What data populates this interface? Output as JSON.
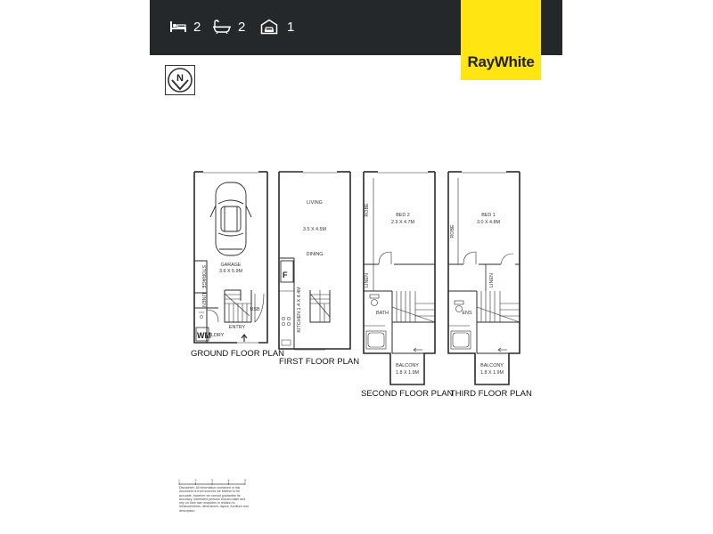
{
  "header": {
    "stats": [
      {
        "icon": "bed-icon",
        "value": "2"
      },
      {
        "icon": "bath-icon",
        "value": "2"
      },
      {
        "icon": "garage-icon",
        "value": "1"
      }
    ],
    "brand": "RayWhite",
    "brand_color": "#ffe512",
    "bar_color": "#25282b"
  },
  "compass": {
    "label": "N"
  },
  "plans": {
    "ground": {
      "title": "GROUND FLOOR PLAN",
      "rooms": {
        "garage": "GARAGE",
        "garage_size": "3.6 X 5.9M",
        "storage": "STORAGE",
        "linen": "LINEN",
        "usb": "USB",
        "entry": "ENTRY",
        "wm": "WM",
        "laundry": "LDRY"
      }
    },
    "first": {
      "title": "FIRST FLOOR PLAN",
      "rooms": {
        "living": "LIVING",
        "living_size": "3.5 X 4.5M",
        "dining": "DINING",
        "fridge": "F",
        "kitchen": "KITCHEN 1.4 X 4.4M"
      }
    },
    "second": {
      "title": "SECOND FLOOR PLAN",
      "rooms": {
        "bed": "BED 2",
        "bed_size": "2.9 X 4.7M",
        "robe": "ROBE",
        "linen": "LINEN",
        "bath": "BATH",
        "balcony": "BALCONY",
        "balcony_size": "1.8 X 1.9M"
      }
    },
    "third": {
      "title": "THIRD FLOOR PLAN",
      "rooms": {
        "bed": "BED 1",
        "bed_size": "3.0 X 4.8M",
        "robe": "ROBE",
        "linen": "LINEN",
        "ens": "ENS",
        "balcony": "BALCONY",
        "balcony_size": "1.8 X 1.9M"
      }
    }
  },
  "scale": {
    "ticks": [
      "1",
      "2",
      "3",
      "4",
      "5"
    ]
  },
  "disclaimer": "Disclaimer: All information contained in this document is from sources we believe to be accurate, however we cannot guarantee its accuracy. Interested persons should make and rely on their own enquiries in relation to measurements, dimensions, layout, furniture and description."
}
